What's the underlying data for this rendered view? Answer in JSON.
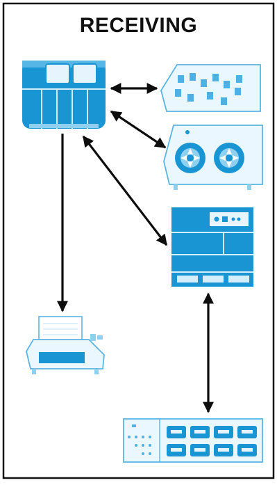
{
  "title": "RECEIVING",
  "colors": {
    "device_blue": "#1a95d4",
    "device_light": "#8fd0f0",
    "device_pale": "#d4eefb",
    "line": "#0d0d0d",
    "border": "#111111",
    "background": "#ffffff"
  },
  "devices": [
    {
      "id": "computer",
      "icon": "computer-terminal-icon"
    },
    {
      "id": "disk-storage",
      "icon": "circuit-board-icon"
    },
    {
      "id": "tape-drive",
      "icon": "tape-reel-icon"
    },
    {
      "id": "control-unit",
      "icon": "control-cabinet-icon"
    },
    {
      "id": "printer",
      "icon": "printer-icon"
    },
    {
      "id": "terminal-panel",
      "icon": "keypad-panel-icon"
    }
  ],
  "connections": [
    {
      "from": "computer",
      "to": "disk-storage",
      "direction": "both"
    },
    {
      "from": "computer",
      "to": "tape-drive",
      "direction": "both"
    },
    {
      "from": "computer",
      "to": "control-unit",
      "direction": "both"
    },
    {
      "from": "computer",
      "to": "printer",
      "direction": "forward"
    },
    {
      "from": "control-unit",
      "to": "terminal-panel",
      "direction": "both"
    }
  ]
}
